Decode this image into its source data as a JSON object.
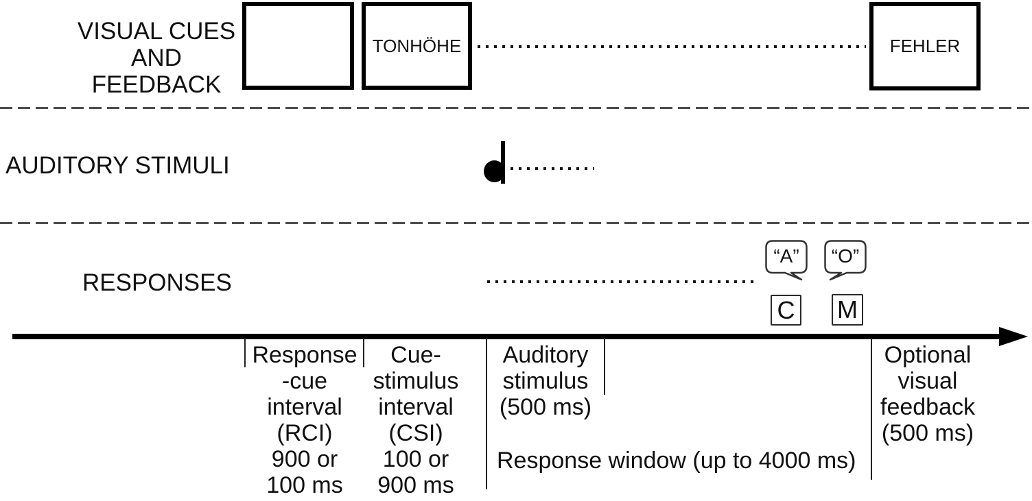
{
  "figure_type": "experiment-paradigm-timeline-diagram",
  "colors": {
    "ink": "#111111",
    "box_border": "#000000",
    "dashed_separator": "#4d4d4d"
  },
  "rows": {
    "visual_cues": {
      "label": "VISUAL CUES\nAND FEEDBACK",
      "boxes": [
        {
          "name": "blank-cue-box",
          "label": ""
        },
        {
          "name": "pitch-cue-box",
          "label": "TONHÖHE"
        },
        {
          "name": "error-feedback-box",
          "label": "FEHLER"
        }
      ]
    },
    "auditory": {
      "label": "AUDITORY STIMULI",
      "stimulus_icon": "quarter-note-icon"
    },
    "responses": {
      "label": "RESPONSES",
      "speech_bubbles": [
        {
          "label": "“A”"
        },
        {
          "label": "“O”"
        }
      ],
      "keys": [
        {
          "label": "C"
        },
        {
          "label": "M"
        }
      ]
    }
  },
  "timeline": {
    "segments": [
      {
        "name": "rci",
        "text": "Response\n-cue\ninterval\n(RCI)\n900 or\n100 ms"
      },
      {
        "name": "csi",
        "text": "Cue-\nstimulus\ninterval\n(CSI)\n100 or\n900 ms"
      },
      {
        "name": "auditory-stimulus",
        "text": "Auditory\nstimulus\n(500 ms)"
      },
      {
        "name": "response-window",
        "text": "Response window (up to 4000 ms)"
      },
      {
        "name": "optional-feedback",
        "text": "Optional\nvisual\nfeedback\n(500 ms)"
      }
    ]
  }
}
